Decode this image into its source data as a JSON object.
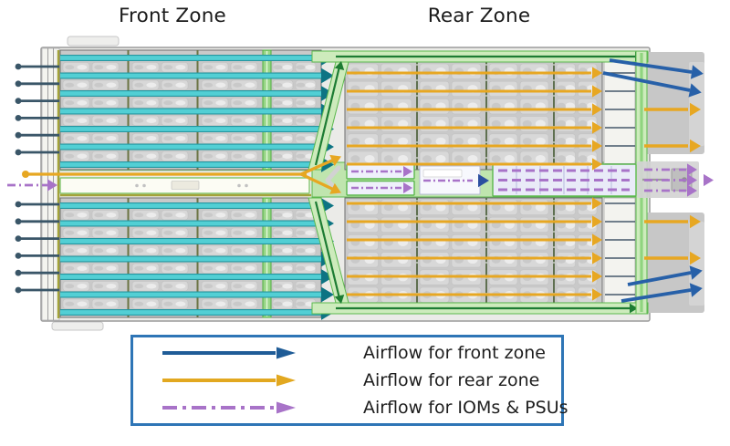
{
  "zones": {
    "front_label": "Front Zone",
    "rear_label": "Rear Zone"
  },
  "legend": {
    "border_color": "#2e75b6",
    "items": [
      {
        "id": "front-zone",
        "label": "Airflow for front zone",
        "color": "#1f5c97",
        "line_style": "solid"
      },
      {
        "id": "rear-zone",
        "label": "Airflow for rear zone",
        "color": "#e2a820",
        "line_style": "solid"
      },
      {
        "id": "ioms-psus",
        "label": "Airflow for IOMs & PSUs",
        "color": "#a873c8",
        "line_style": "dash-dot"
      }
    ]
  },
  "diagram": {
    "colors": {
      "chassis_fill": "#ebebe8",
      "drive_block_fill": "#c9c9c9",
      "drive_cell_fill": "#d8d8d8",
      "teal": "#52cfd4",
      "teal_edge": "#2596a0",
      "teal_head": "#0d7483",
      "intake_blue": "#3a5668",
      "exit_blue": "#2760a8",
      "orange": "#e7a722",
      "purple": "#a873c8",
      "purple_head_blue": "#2b4fa0",
      "olive": "#a3a339",
      "green_light": "#cdebbc",
      "green_mid": "#5cb84e",
      "green_dark": "#1d7c33",
      "iom_box_fill": "#eef0fb",
      "psu_box_fill": "#e9ebf8",
      "gray_block": "#c7c7c7"
    },
    "counts": {
      "front_intake_arrows_per_half": 6,
      "front_airflow_bars_per_half": 7,
      "rear_airflow_arrows_per_half": 6,
      "front_zone_exit_arrows_per_corner": 2,
      "rear_zone_exit_arrows_per_side": 2,
      "iom_psu_exit_arrows": 3,
      "front_drive_columns": 4,
      "rear_drive_columns": 4
    }
  }
}
